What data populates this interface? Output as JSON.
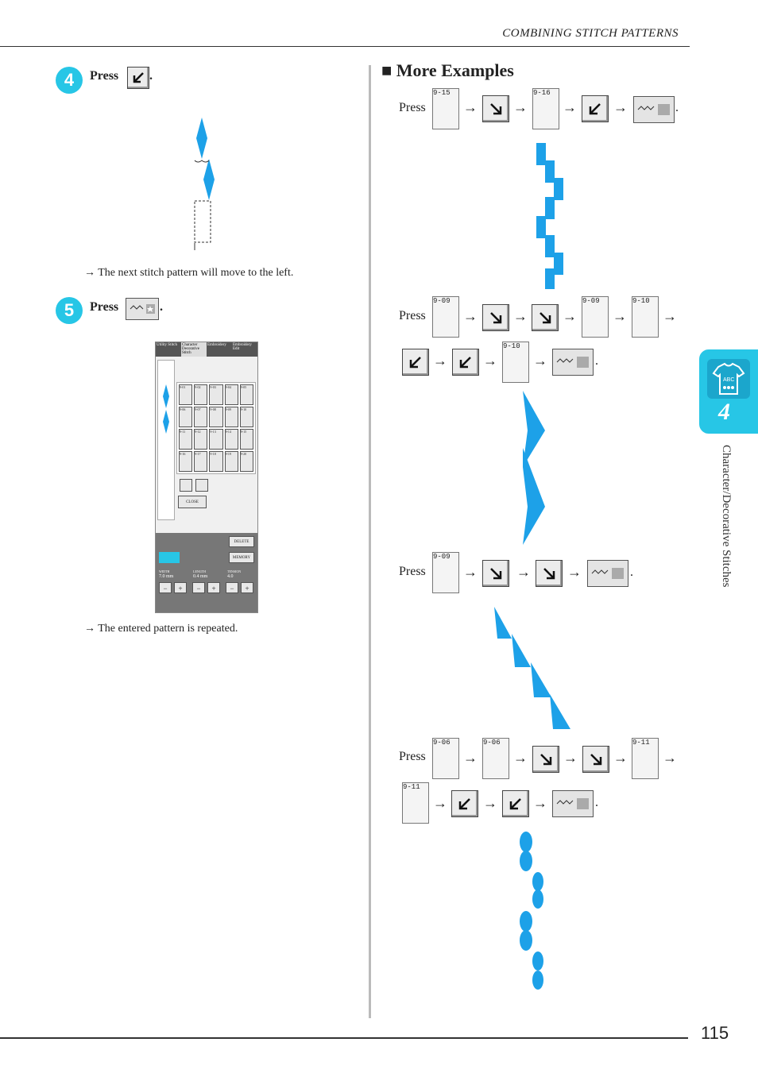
{
  "header": {
    "title": "COMBINING STITCH PATTERNS"
  },
  "page_number": "115",
  "side_tab": {
    "chapter": "4",
    "label": "Character/Decorative Stitches",
    "icon_text": "ABC"
  },
  "step4": {
    "number": "4",
    "press": "Press",
    "period": ".",
    "note": "The next stitch pattern will move to the left."
  },
  "step5": {
    "number": "5",
    "press": "Press",
    "period": ".",
    "note": "The entered pattern is repeated."
  },
  "arrow_glyph": "→",
  "more_examples": {
    "title": "More Examples",
    "press": "Press",
    "period": ".",
    "example1": [
      "9-15",
      "9-16"
    ],
    "example2": [
      "9-09",
      "9-09",
      "9-10",
      "9-10"
    ],
    "example3": [
      "9-09"
    ],
    "example4": [
      "9-06",
      "9-06",
      "9-11",
      "9-11"
    ]
  },
  "screen": {
    "tabs": [
      "Utility Stitch",
      "Character Decorative Stitch",
      "Embroidery",
      "Embroidery Edit"
    ],
    "grid": [
      "9-01",
      "9-02",
      "9-03",
      "9-04",
      "9-05",
      "9-06",
      "9-07",
      "9-08",
      "9-09",
      "9-10",
      "9-11",
      "9-12",
      "9-13",
      "9-14",
      "9-15",
      "9-16",
      "9-17",
      "9-18",
      "9-19",
      "9-20"
    ],
    "close": "CLOSE",
    "delete": "DELETE",
    "memory": "MEMORY",
    "width_label": "WIDTH",
    "length_label": "LENGTH",
    "tension_label": "TENSION",
    "unit": "mm",
    "width_value": "7.0",
    "length_value": "0.4",
    "tension_value": "4.0",
    "minus": "−",
    "plus": "+"
  },
  "colors": {
    "accent": "#27c6e6",
    "stitch": "#1da1e8"
  }
}
